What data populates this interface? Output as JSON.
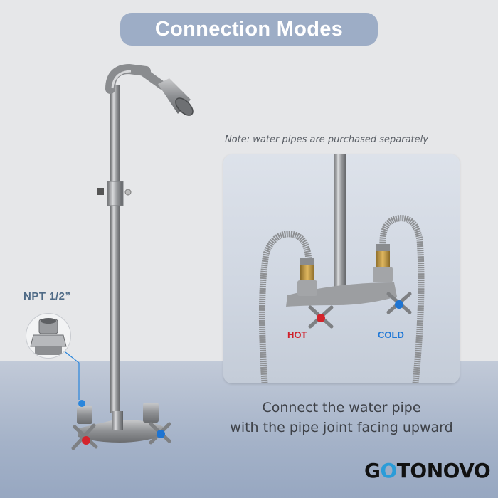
{
  "header": {
    "title": "Connection Modes"
  },
  "note": "Note: water pipes are purchased separately",
  "fitting": {
    "label": "NPT 1/2”"
  },
  "inset": {
    "hot_label": "HOT",
    "cold_label": "COLD"
  },
  "caption": {
    "line1": "Connect the water pipe",
    "line2": "with the pipe joint facing upward"
  },
  "brand": {
    "logo_text_pre": "G",
    "logo_text_o": "O",
    "logo_text_post": "TONOVO"
  },
  "colors": {
    "title_pill": "#9dadc6",
    "hot": "#d0202a",
    "cold": "#1f78d6",
    "npt_label": "#4e6a86",
    "wall": "#e6e7e9",
    "floor": "#a4b2c8"
  }
}
